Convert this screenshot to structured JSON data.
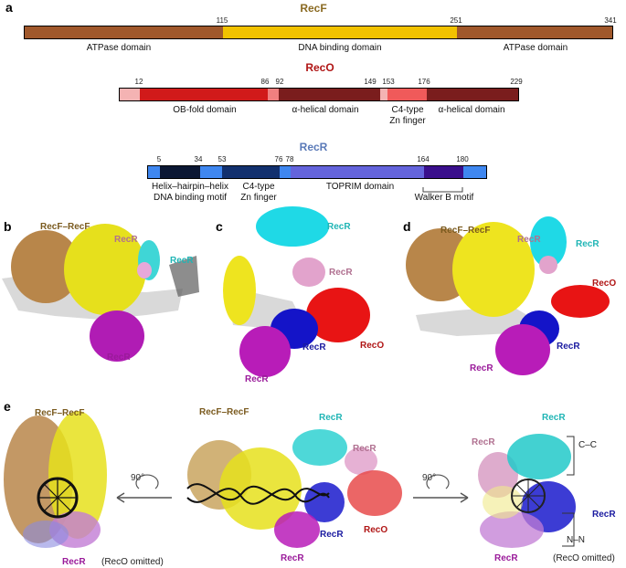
{
  "panels": {
    "a": "a",
    "b": "b",
    "c": "c",
    "d": "d",
    "e": "e"
  },
  "recf": {
    "title": "RecF",
    "numbers": [
      "115",
      "251",
      "341"
    ],
    "domains": [
      "ATPase domain",
      "DNA binding domain",
      "ATPase domain"
    ],
    "colors": {
      "atpase": "#a0582b",
      "dna": "#f2c200"
    }
  },
  "reco": {
    "title": "RecO",
    "numbers": [
      "12",
      "86",
      "92",
      "149",
      "153",
      "176",
      "229"
    ],
    "domains": [
      "OB-fold domain",
      "α-helical domain",
      "C4-type",
      "Zn finger",
      "α-helical domain"
    ],
    "colors": {
      "pink": "#f4b3b3",
      "red": "#d11a1a",
      "dark": "#7a1d1d"
    }
  },
  "recr": {
    "title": "RecR",
    "numbers": [
      "5",
      "34",
      "53",
      "76",
      "78",
      "164",
      "180"
    ],
    "domains": [
      "Helix–hairpin–helix",
      "DNA binding motif",
      "C4-type",
      "Zn finger",
      "TOPRIM domain",
      "Walker B motif"
    ],
    "colors": {
      "light": "#3f87f0",
      "navy": "#0b1733",
      "mid": "#12306e",
      "topr": "#6464dc",
      "walker": "#3a0f8c"
    }
  },
  "panel_b": {
    "labels": [
      "RecF–RecF",
      "RecR",
      "RecR",
      "RecR"
    ]
  },
  "panel_c": {
    "labels": [
      "RecR",
      "RecR",
      "RecR",
      "RecO",
      "RecR"
    ]
  },
  "panel_d": {
    "labels": [
      "RecF–RecF",
      "RecR",
      "RecR",
      "RecO",
      "RecR",
      "RecR"
    ]
  },
  "panel_e": {
    "left_labels": [
      "RecF–RecF",
      "RecR",
      "(RecO omitted)"
    ],
    "center_labels": [
      "RecF–RecF",
      "RecR",
      "RecR",
      "RecR",
      "RecO",
      "RecR"
    ],
    "right_labels": [
      "RecR",
      "RecR",
      "C–C",
      "RecR",
      "N–N",
      "RecR",
      "(RecO omitted)"
    ],
    "rotation": [
      "90°",
      "90°"
    ]
  },
  "label_colors": {
    "recf": "#7a5a1e",
    "recr_pink": "#b07090",
    "recr_cyan": "#1fb5b5",
    "reco": "#b01515",
    "recr_blue": "#1a1aa0",
    "recr_magenta": "#9a1a9a"
  }
}
